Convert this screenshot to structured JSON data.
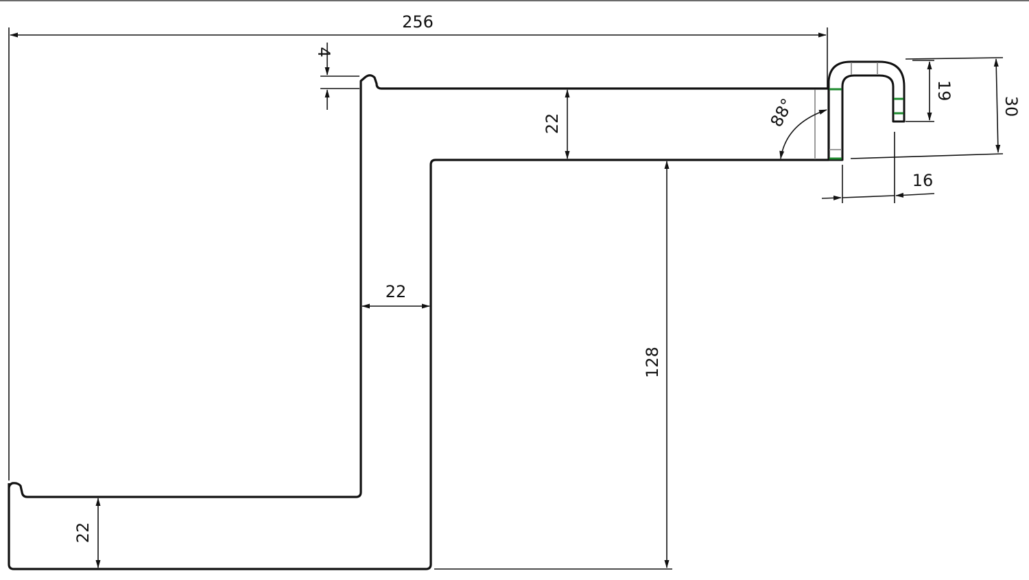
{
  "drawing": {
    "dimensions": {
      "overall_width": "256",
      "step": "4",
      "top_gap": "22",
      "angle": "88°",
      "inner_hook_height": "19",
      "total_hook_height": "30",
      "hook_width": "16",
      "middle_gap": "22",
      "height": "128",
      "bottom_gap": "22"
    },
    "colors": {
      "line": "#111111",
      "paint_mark": "#1e8a2e",
      "guide": "#9a9a9a",
      "frame_edge": "#6a6a6a"
    }
  }
}
